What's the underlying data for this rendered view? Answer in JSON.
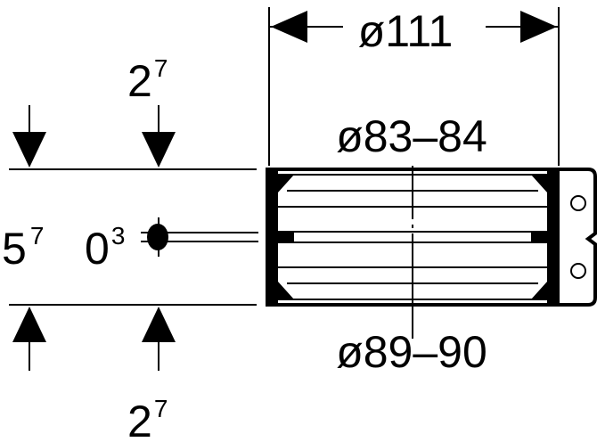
{
  "dimensions": {
    "outer_diameter": "ø111",
    "inner_diameter": "ø83–84",
    "bottom_diameter": "ø89–90",
    "top_offset_base": "2",
    "top_offset_sup": "7",
    "bottom_offset_base": "2",
    "bottom_offset_sup": "7",
    "height_base": "5",
    "height_sup": "7",
    "gap_base": "0",
    "gap_sup": "3"
  },
  "colors": {
    "line": "#000000",
    "background": "#ffffff"
  }
}
